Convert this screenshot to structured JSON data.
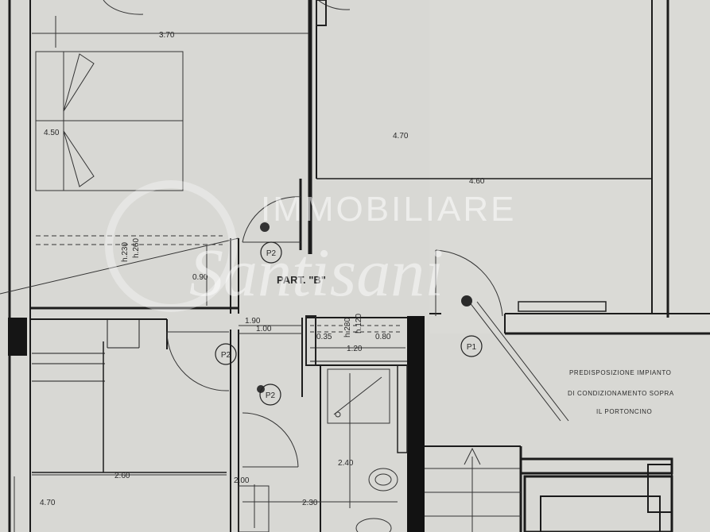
{
  "plan": {
    "section_label": "PART. \"B\"",
    "watermark": {
      "line1": "IMMOBILIARE",
      "line2": "Santisani"
    },
    "dimensions": {
      "top_width": "3.70",
      "bedroom_depth": "4.50",
      "right_room_height": "4.70",
      "right_room_width": "4.60",
      "corridor_width": "0.90",
      "door_h230": "h.230",
      "door_h260": "h.260",
      "door_h230_b": "h.230",
      "door_h120": "h.120",
      "hall_190": "1.90",
      "hall_100": "1.00",
      "bath_035": "0.35",
      "bath_120": "1.20",
      "bath_080": "0.80",
      "lower_width": "2.60",
      "lower_height": "4.70",
      "bath_height": "2.40",
      "bath_200": "2.00",
      "bath_230": "2.30"
    },
    "points": {
      "p2_top": "P2",
      "p2_hall": "P2",
      "p2_lower": "P2",
      "p1": "P1"
    },
    "note": {
      "line1": "PREDISPOSIZIONE IMPIANTO",
      "line2": "DI CONDIZIONAMENTO SOPRA",
      "line3": "IL PORTONCINO"
    }
  }
}
